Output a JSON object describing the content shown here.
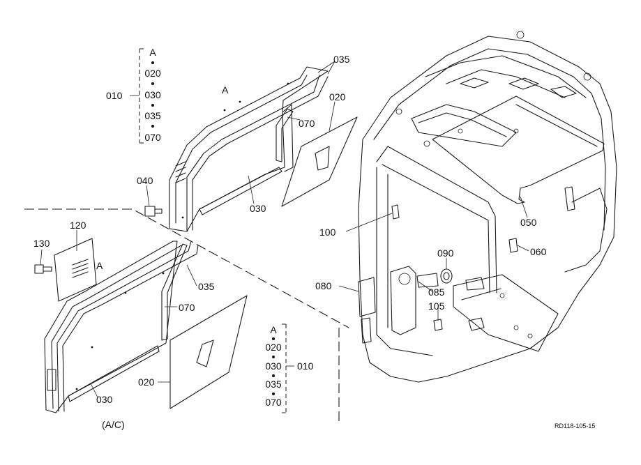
{
  "group_upper": {
    "header": "A",
    "items": [
      "020",
      "030",
      "035",
      "070"
    ],
    "code": "010"
  },
  "group_lower": {
    "header": "A",
    "items": [
      "020",
      "030",
      "035",
      "070"
    ],
    "code": "010"
  },
  "callouts": {
    "c035_top": "035",
    "c020_top": "020",
    "c070_top": "070",
    "c030_top": "030",
    "c040": "040",
    "a_top": "A",
    "c120": "120",
    "c130": "130",
    "a_low": "A",
    "c035_low": "035",
    "c070_low": "070",
    "c020_low": "020",
    "c030_low": "030",
    "c100": "100",
    "c050": "050",
    "c090": "090",
    "c060": "060",
    "c080": "080",
    "c085": "085",
    "c105": "105"
  },
  "variant_label": "(A/C)",
  "drawing_ref": "RD118-105-15"
}
